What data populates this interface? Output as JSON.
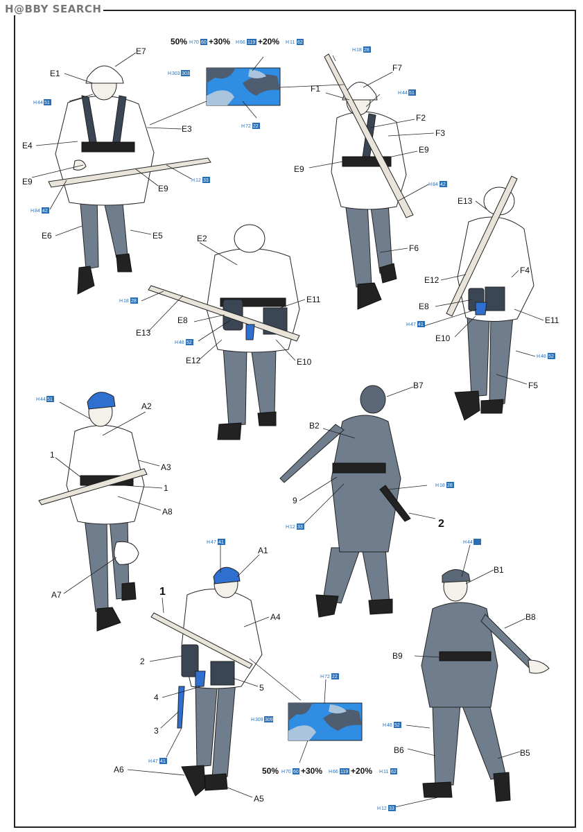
{
  "brand": "H@BBY SEARCH",
  "callouts": {
    "E7": "E7",
    "E1": "E1",
    "E3": "E3",
    "E4": "E4",
    "E9": "E9",
    "E6": "E6",
    "E5": "E5",
    "F7": "F7",
    "F1": "F1",
    "F2": "F2",
    "F3": "F3",
    "F6": "F6",
    "F4": "F4",
    "F5": "F5",
    "E13": "E13",
    "E12": "E12",
    "E8": "E8",
    "E11": "E11",
    "E10": "E10",
    "E2": "E2",
    "B7": "B7",
    "B2": "B2",
    "B1": "B1",
    "B8": "B8",
    "B9": "B9",
    "B6": "B6",
    "B5": "B5",
    "A2": "A2",
    "A3": "A3",
    "A8": "A8",
    "A7": "A7",
    "A1": "A1",
    "A4": "A4",
    "A6": "A6",
    "A5": "A5",
    "n1": "1",
    "n2": "2",
    "n3": "3",
    "n4": "4",
    "n5": "5",
    "n9": "9"
  },
  "mix_top": {
    "p50": "50%",
    "p30": "+30%",
    "p20": "+20%"
  },
  "mix_bottom": {
    "p50": "50%",
    "p30": "+30%",
    "p20": "+20%"
  },
  "color_codes": {
    "H": "H",
    "c303a": "303",
    "c303b": "303",
    "c70": "70",
    "c60": "60",
    "c66": "66",
    "c119": "119",
    "c11": "11",
    "c62": "62",
    "c44": "44",
    "c51": "51",
    "c72": "72",
    "c22": "22",
    "c18": "18",
    "c28": "28",
    "c12": "12",
    "c33": "33",
    "c84": "84",
    "c42": "42",
    "c48": "48",
    "c52": "52",
    "c47": "47",
    "c41": "41",
    "c309a": "309",
    "c309b": "309"
  },
  "colors": {
    "uniform_grey": "#6f7d8c",
    "camo_blue": "#2f8de4",
    "camo_dark": "#4f5d70",
    "camo_light": "#a9c4dc",
    "code_blue": "#2a6fb5"
  }
}
